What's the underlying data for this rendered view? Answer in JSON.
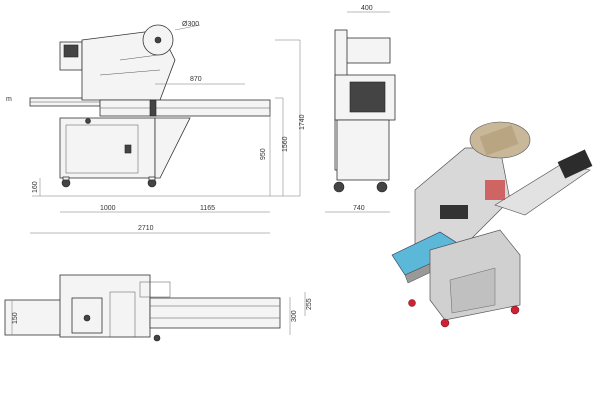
{
  "dimensions": {
    "roll_diameter": "Ø300",
    "front_width_top": "400",
    "horiz_870": "870",
    "vert_1560": "1560",
    "vert_1740": "1740",
    "vert_950": "950",
    "vert_160": "160",
    "horiz_1000": "1000",
    "horiz_1165": "1165",
    "total_2710": "2710",
    "side_width_740": "740",
    "plan_150": "150",
    "plan_300": "300",
    "plan_255": "255"
  },
  "labels": {
    "left_edge_mark": "m"
  }
}
